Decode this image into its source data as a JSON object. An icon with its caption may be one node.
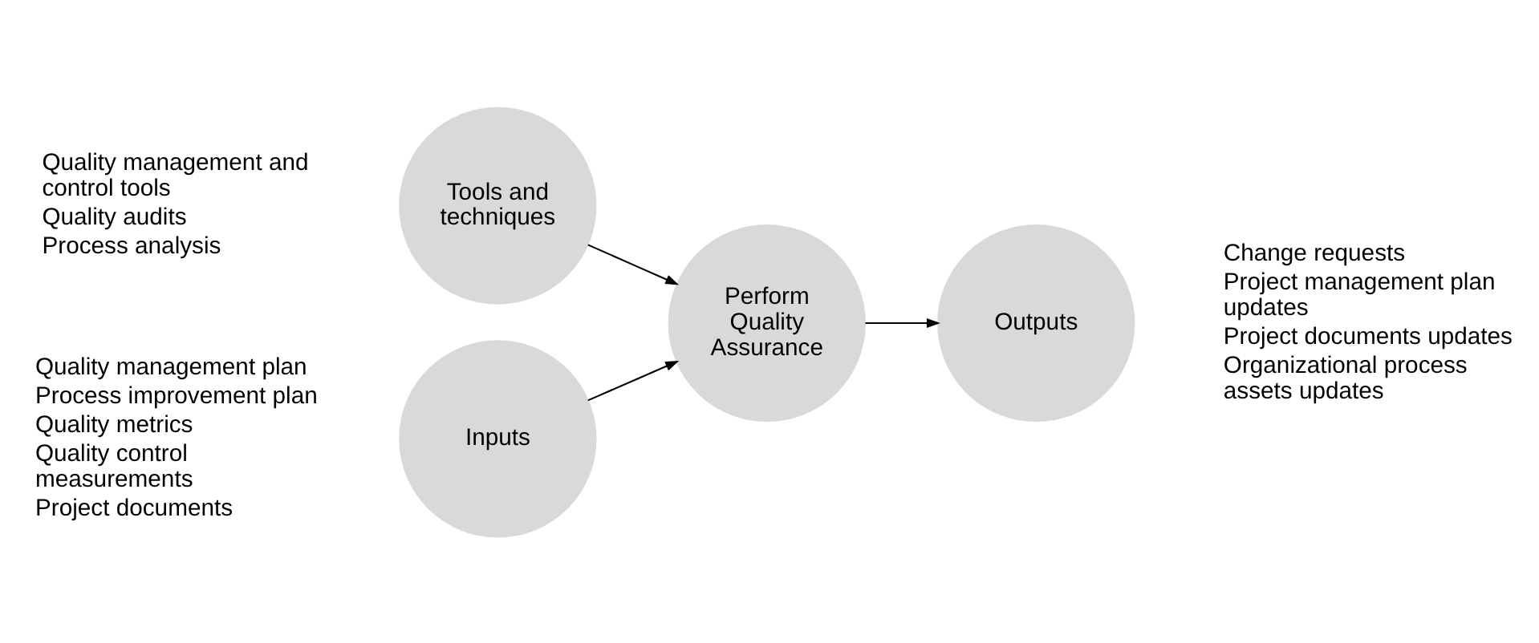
{
  "diagram": {
    "nodes": [
      {
        "text": [
          "Inputs"
        ],
        "beside": [
          "Quality management plan",
          "Process improvement plan",
          "Quality metrics",
          "Quality control measurements",
          "Project documents"
        ]
      },
      {
        "text": [
          "Tools and techniques"
        ],
        "beside": [
          "Quality management and control tools",
          "Quality audits",
          "Process analysis"
        ]
      },
      {
        "text": [
          "Perform Quality Assurance"
        ]
      },
      {
        "text": [
          "Outputs"
        ],
        "beside": [
          "Change requests",
          "Project management plan updates",
          "Project documents updates",
          "Organizational process assets updates"
        ]
      }
    ],
    "edges": [
      {
        "from": 0,
        "to": 2,
        "arrow": "to"
      },
      {
        "from": 1,
        "to": 2,
        "arrow": "to"
      },
      {
        "from": 2,
        "to": 3,
        "arrow": "to"
      }
    ]
  }
}
